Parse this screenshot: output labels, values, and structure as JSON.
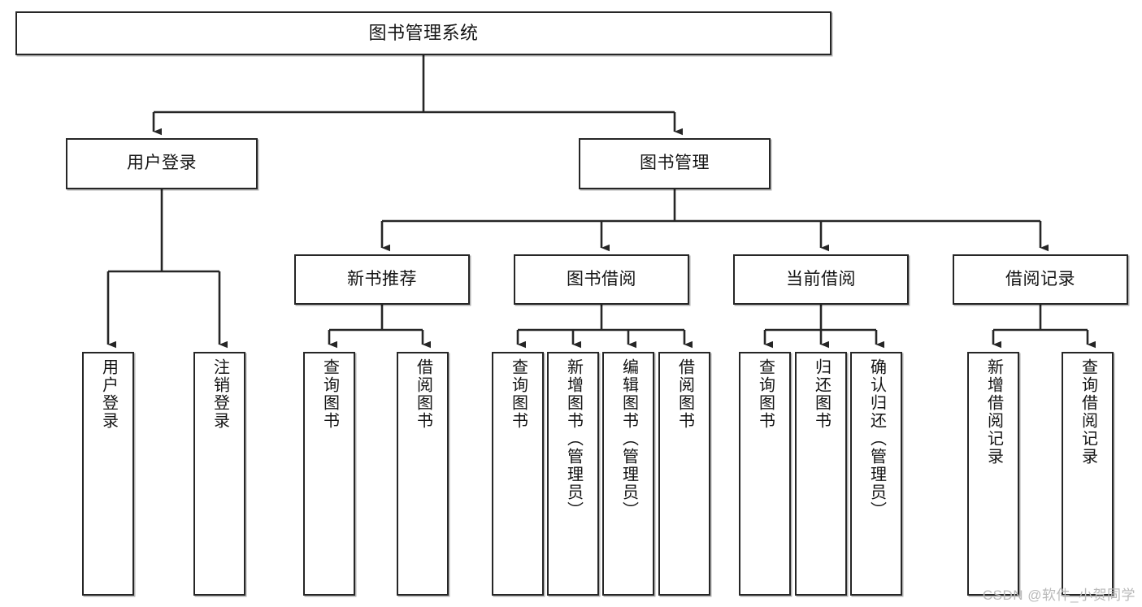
{
  "diagram": {
    "title": "图书管理系统",
    "type": "tree-hierarchy-chart",
    "watermark": "CSDN @软件_小贺同学",
    "colors": {
      "box_border": "#262626",
      "box_fill": "#ffffff",
      "connector": "#262626",
      "text": "#141414",
      "watermark": "#b9b9b9",
      "background": "#ffffff"
    },
    "root": {
      "label": "图书管理系统"
    },
    "level1": [
      {
        "label": "用户登录"
      },
      {
        "label": "图书管理"
      }
    ],
    "level2": [
      {
        "label": "新书推荐"
      },
      {
        "label": "图书借阅"
      },
      {
        "label": "当前借阅"
      },
      {
        "label": "借阅记录"
      }
    ],
    "leaves": {
      "user_login": [
        {
          "label": "用户登录"
        },
        {
          "label": "注销登录"
        }
      ],
      "new_book_recommend": [
        {
          "label": "查询图书"
        },
        {
          "label": "借阅图书"
        }
      ],
      "book_borrow": [
        {
          "label": "查询图书"
        },
        {
          "label": "新增图书（管理员）"
        },
        {
          "label": "编辑图书（管理员）"
        },
        {
          "label": "借阅图书"
        }
      ],
      "current_borrow": [
        {
          "label": "查询图书"
        },
        {
          "label": "归还图书"
        },
        {
          "label": "确认归还（管理员）"
        }
      ],
      "borrow_record": [
        {
          "label": "新增借阅记录"
        },
        {
          "label": "查询借阅记录"
        }
      ]
    }
  }
}
